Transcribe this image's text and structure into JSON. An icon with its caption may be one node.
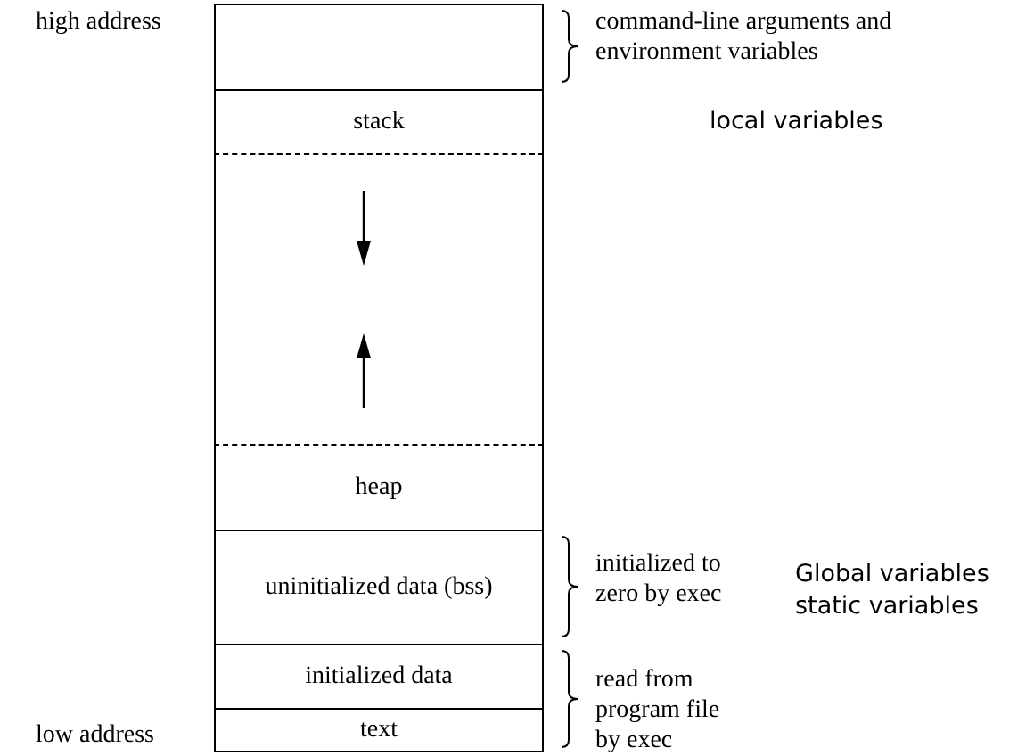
{
  "diagram": {
    "nodes": [
      {
        "text": [],
        "shape": "box"
      },
      {
        "text": [
          "stack"
        ]
      },
      {
        "text": [],
        "shape": "box"
      },
      {
        "text": [
          "heap"
        ]
      },
      {
        "text": [
          "uninitialized data (bss)"
        ]
      },
      {
        "text": [
          "initialized data"
        ]
      },
      {
        "text": [
          "text"
        ]
      }
    ],
    "labels": [
      "high address",
      "command-line arguments and environment variables",
      "local variables",
      "initialized to zero by exec",
      "Global variables",
      "static variables",
      "read from program file by exec",
      "low address"
    ]
  }
}
